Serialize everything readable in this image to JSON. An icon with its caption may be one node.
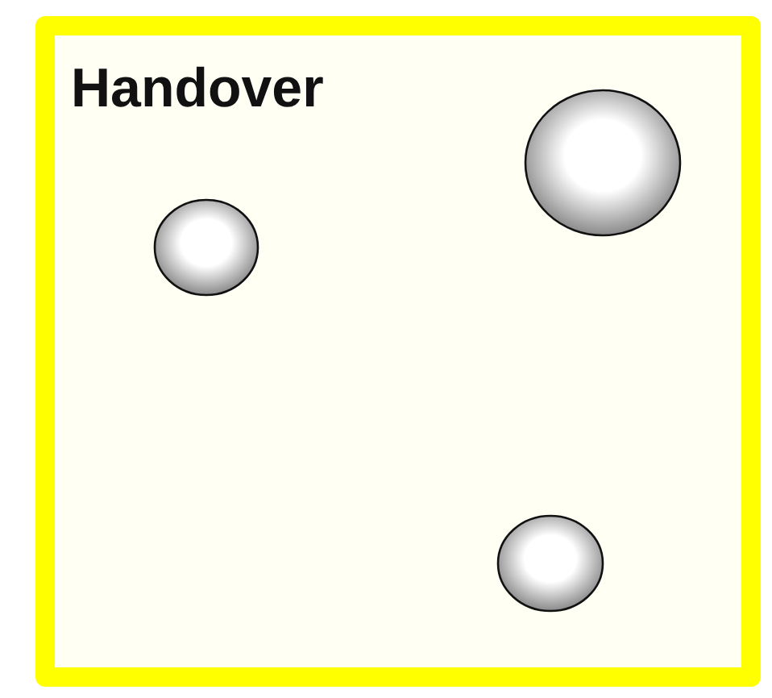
{
  "diagram": {
    "nodes": [
      {
        "text": [
          "Handover"
        ]
      },
      {
        "text": [],
        "shape": "circle",
        "in": 0
      },
      {
        "text": [],
        "shape": "circle",
        "in": 0
      },
      {
        "text": [],
        "shape": "circle",
        "in": 0
      }
    ]
  }
}
